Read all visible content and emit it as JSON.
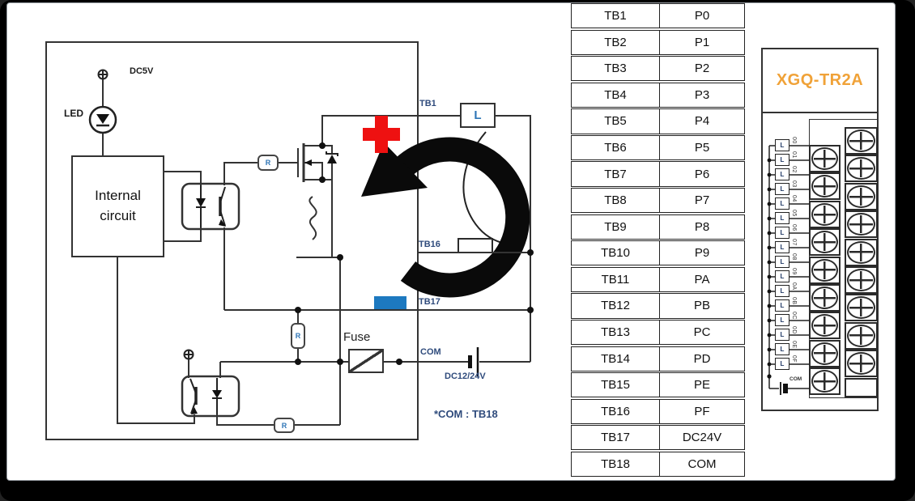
{
  "circuit": {
    "dc5v": "DC5V",
    "led": "LED",
    "internal_line1": "Internal",
    "internal_line2": "circuit",
    "resistor": "R",
    "load": "L",
    "fuse": "Fuse",
    "tb1": "TB1",
    "tb16": "TB16",
    "tb17": "TB17",
    "com": "COM",
    "supply": "DC12/24V",
    "com_note": "*COM : TB18",
    "colors": {
      "plus_red": "#ee1111",
      "highlight_blue": "#1d79c0",
      "label_navy": "#2f4b7c",
      "symbol_blue": "#2e75b6"
    }
  },
  "table": {
    "rows": [
      {
        "tb": "TB1",
        "pin": "P0"
      },
      {
        "tb": "TB2",
        "pin": "P1"
      },
      {
        "tb": "TB3",
        "pin": "P2"
      },
      {
        "tb": "TB4",
        "pin": "P3"
      },
      {
        "tb": "TB5",
        "pin": "P4"
      },
      {
        "tb": "TB6",
        "pin": "P5"
      },
      {
        "tb": "TB7",
        "pin": "P6"
      },
      {
        "tb": "TB8",
        "pin": "P7"
      },
      {
        "tb": "TB9",
        "pin": "P8"
      },
      {
        "tb": "TB10",
        "pin": "P9"
      },
      {
        "tb": "TB11",
        "pin": "PA"
      },
      {
        "tb": "TB12",
        "pin": "PB"
      },
      {
        "tb": "TB13",
        "pin": "PC"
      },
      {
        "tb": "TB14",
        "pin": "PD"
      },
      {
        "tb": "TB15",
        "pin": "PE"
      },
      {
        "tb": "TB16",
        "pin": "PF"
      },
      {
        "tb": "TB17",
        "pin": "DC24V"
      },
      {
        "tb": "TB18",
        "pin": "COM"
      }
    ]
  },
  "module": {
    "title": "XGQ-TR2A",
    "title_color": "#f0a238",
    "load_symbol": "L",
    "com": "COM",
    "loads": [
      "00",
      "01",
      "02",
      "03",
      "04",
      "05",
      "06",
      "07",
      "08",
      "09",
      "0A",
      "0B",
      "0C",
      "0D",
      "0E",
      "0F"
    ]
  }
}
